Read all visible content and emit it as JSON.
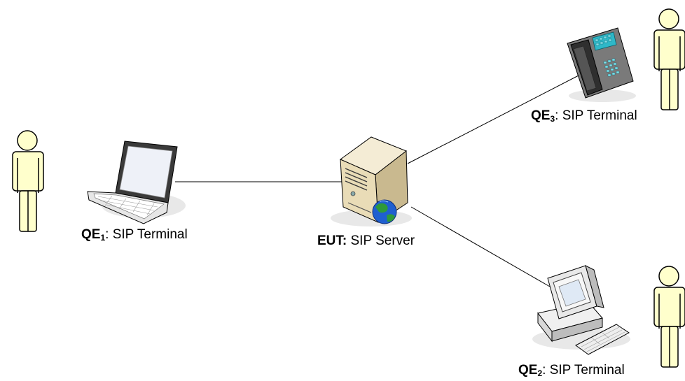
{
  "nodes": {
    "qe1": {
      "id": "QE",
      "sub": "1",
      "desc": ": SIP Terminal",
      "device": "laptop-icon"
    },
    "eut": {
      "id": "EUT:",
      "desc": " SIP Server",
      "device": "server-icon"
    },
    "qe3": {
      "id": "QE",
      "sub": "3",
      "desc": ": SIP Terminal",
      "device": "desk-phone-icon"
    },
    "qe2": {
      "id": "QE",
      "sub": "2",
      "desc": ": SIP Terminal",
      "device": "desktop-computer-icon"
    }
  },
  "links": [
    {
      "from": "QE1",
      "to": "EUT"
    },
    {
      "from": "EUT",
      "to": "QE3"
    },
    {
      "from": "EUT",
      "to": "QE2"
    }
  ],
  "colors": {
    "person_fill": "#ffffcc",
    "outline": "#000000",
    "server_body": "#e9dcb7",
    "globe_blue": "#1f5fd0",
    "globe_green": "#2e9a3a"
  }
}
